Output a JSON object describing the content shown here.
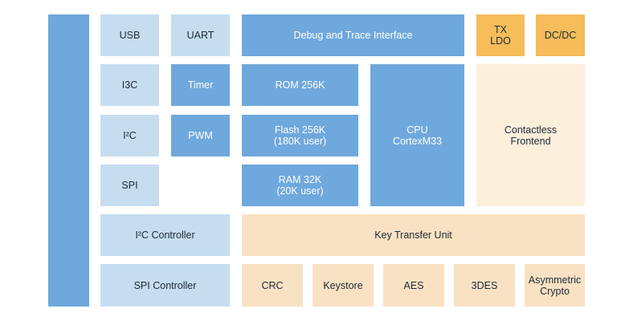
{
  "diagram": {
    "blocks": {
      "usb": "USB",
      "uart": "UART",
      "debug": "Debug and Trace Interface",
      "tx_ldo": "TX\nLDO",
      "dcdc": "DC/DC",
      "i3c": "I3C",
      "timer": "Timer",
      "rom": "ROM 256K",
      "cpu": "CPU\nCortexM33",
      "contactless": "Contactless\nFrontend",
      "i2c": "I²C",
      "pwm": "PWM",
      "flash": "Flash 256K\n(180K user)",
      "spi": "SPI",
      "ram": "RAM 32K\n(20K user)",
      "i2c_controller": "I²C Controller",
      "key_transfer": "Key Transfer Unit",
      "spi_controller": "SPI Controller",
      "crc": "CRC",
      "keystore": "Keystore",
      "aes": "AES",
      "des3": "3DES",
      "asymmetric": "Asymmetric\nCrypto"
    },
    "colors": {
      "dark_blue": "#6fa8dc",
      "light_blue": "#c6ddf0",
      "orange": "#f6bd5a",
      "pale_orange": "#f9e2c3",
      "cream": "#fcefdc"
    }
  }
}
